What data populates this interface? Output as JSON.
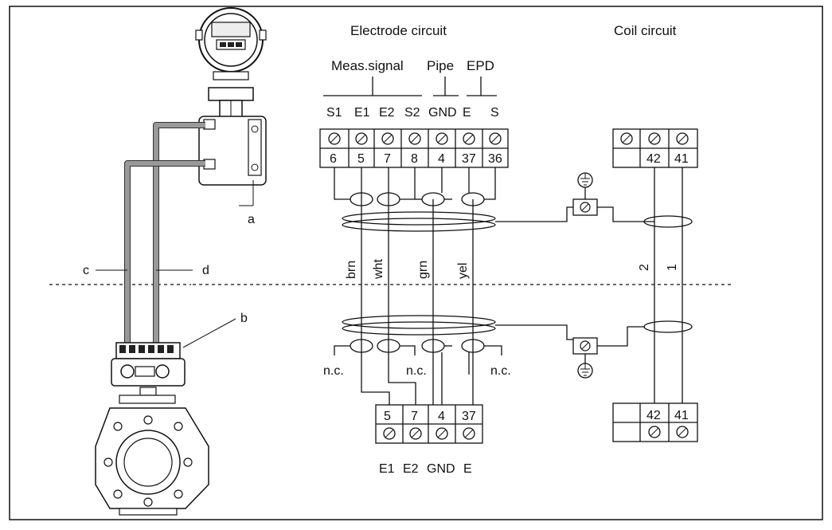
{
  "headers": {
    "electrode_circuit": "Electrode circuit",
    "coil_circuit": "Coil circuit"
  },
  "groups": {
    "meas_signal": "Meas.signal",
    "pipe": "Pipe",
    "epd": "EPD"
  },
  "top_signal_labels": [
    "S1",
    "E1",
    "E2",
    "S2",
    "GND",
    "E",
    "S"
  ],
  "top_electrode_terminals": [
    "6",
    "5",
    "7",
    "8",
    "4",
    "37",
    "36"
  ],
  "coil_terminals": [
    "42",
    "41"
  ],
  "wire_colors": [
    "brn",
    "wht",
    "grn",
    "yel"
  ],
  "coil_wire_numbers": [
    "2",
    "1"
  ],
  "not_connected": "n.c.",
  "bottom_electrode_terminals": [
    "5",
    "7",
    "4",
    "37"
  ],
  "bottom_signal_labels": [
    "E1",
    "E2",
    "GND",
    "E"
  ],
  "device_callouts": [
    "a",
    "b",
    "c",
    "d"
  ]
}
